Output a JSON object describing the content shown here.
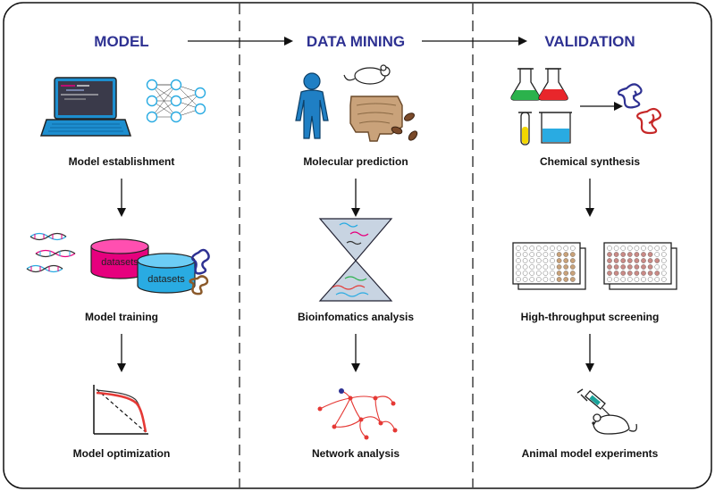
{
  "headers": {
    "model": "MODEL",
    "data_mining": "DATA MINING",
    "validation": "VALIDATION"
  },
  "model_column": {
    "step1": "Model establishment",
    "step2": "Model training",
    "step3": "Model optimization",
    "dataset_label_1": "datasets",
    "dataset_label_2": "datasets"
  },
  "data_mining_column": {
    "step1": "Molecular prediction",
    "step2": "Bioinfomatics analysis",
    "step3": "Network analysis"
  },
  "validation_column": {
    "step1": "Chemical synthesis",
    "step2": "High-throughput screening",
    "step3": "Animal model experiments"
  },
  "colors": {
    "header": "#2e3192",
    "magenta": "#e6007e",
    "cyan": "#29abe2",
    "red_curve": "#e53935",
    "green_flask": "#2bb24c",
    "red_flask": "#e8262b",
    "yellow_tube": "#f2d600",
    "blue_beaker": "#29abe2",
    "human_blue": "#1f7fc4",
    "plate_tan": "#c9a27a",
    "plate_rose": "#c98a86"
  }
}
